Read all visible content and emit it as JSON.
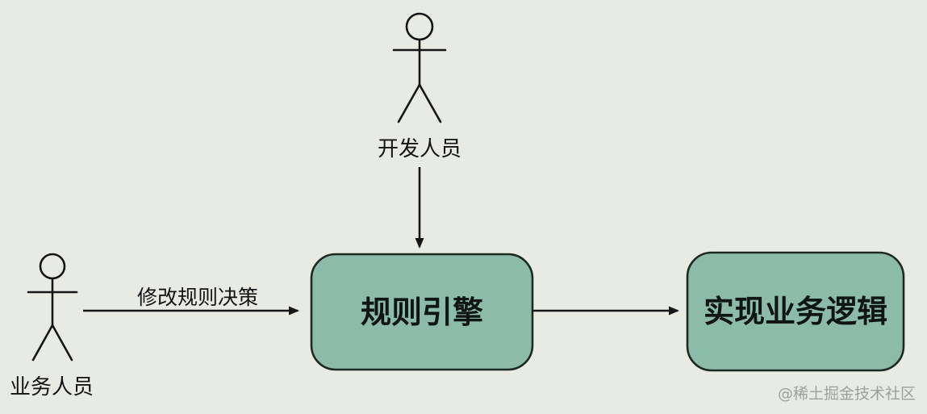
{
  "diagram": {
    "actors": {
      "developer": {
        "label": "开发人员"
      },
      "business": {
        "label": "业务人员"
      }
    },
    "nodes": {
      "rule_engine": {
        "label": "规则引擎"
      },
      "business_logic": {
        "label": "实现业务逻辑"
      }
    },
    "edges": {
      "business_to_engine": {
        "label": "修改规则决策"
      }
    },
    "watermark": "@稀土掘金技术社区"
  },
  "colors": {
    "background": "#e8ebe2",
    "node_fill": "#8dbbaa",
    "node_stroke": "#1d2a22",
    "line": "#161616",
    "watermark": "#99a39e"
  }
}
